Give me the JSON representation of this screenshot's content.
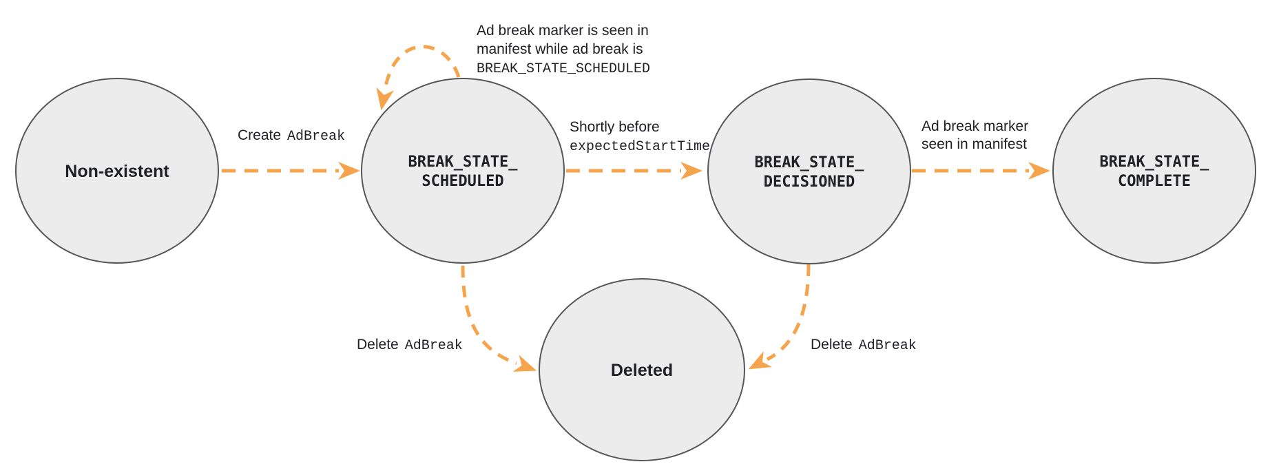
{
  "colors": {
    "arrow": "#F6A44C",
    "node_fill": "#ECECEC",
    "node_border": "#55575A",
    "text": "#202124"
  },
  "states": {
    "nonexistent": {
      "label": "Non-existent"
    },
    "scheduled": {
      "line1": "BREAK_STATE_",
      "line2": "SCHEDULED"
    },
    "decisioned": {
      "line1": "BREAK_STATE_",
      "line2": "DECISIONED"
    },
    "complete": {
      "line1": "BREAK_STATE_",
      "line2": "COMPLETE"
    },
    "deleted": {
      "label": "Deleted"
    }
  },
  "transitions": {
    "create": {
      "prefix": "Create",
      "code": "AdBreak"
    },
    "self_loop": {
      "line1": "Ad break marker is seen in",
      "line2": "manifest while ad break is",
      "line3": "BREAK_STATE_SCHEDULED"
    },
    "decision": {
      "line1": "Shortly before",
      "line2_code": "expectedStartTime"
    },
    "to_complete": {
      "line1": "Ad break marker",
      "line2": "seen in manifest"
    },
    "delete_from_scheduled": {
      "prefix": "Delete",
      "code": "AdBreak"
    },
    "delete_from_decisioned": {
      "prefix": "Delete",
      "code": "AdBreak"
    }
  }
}
